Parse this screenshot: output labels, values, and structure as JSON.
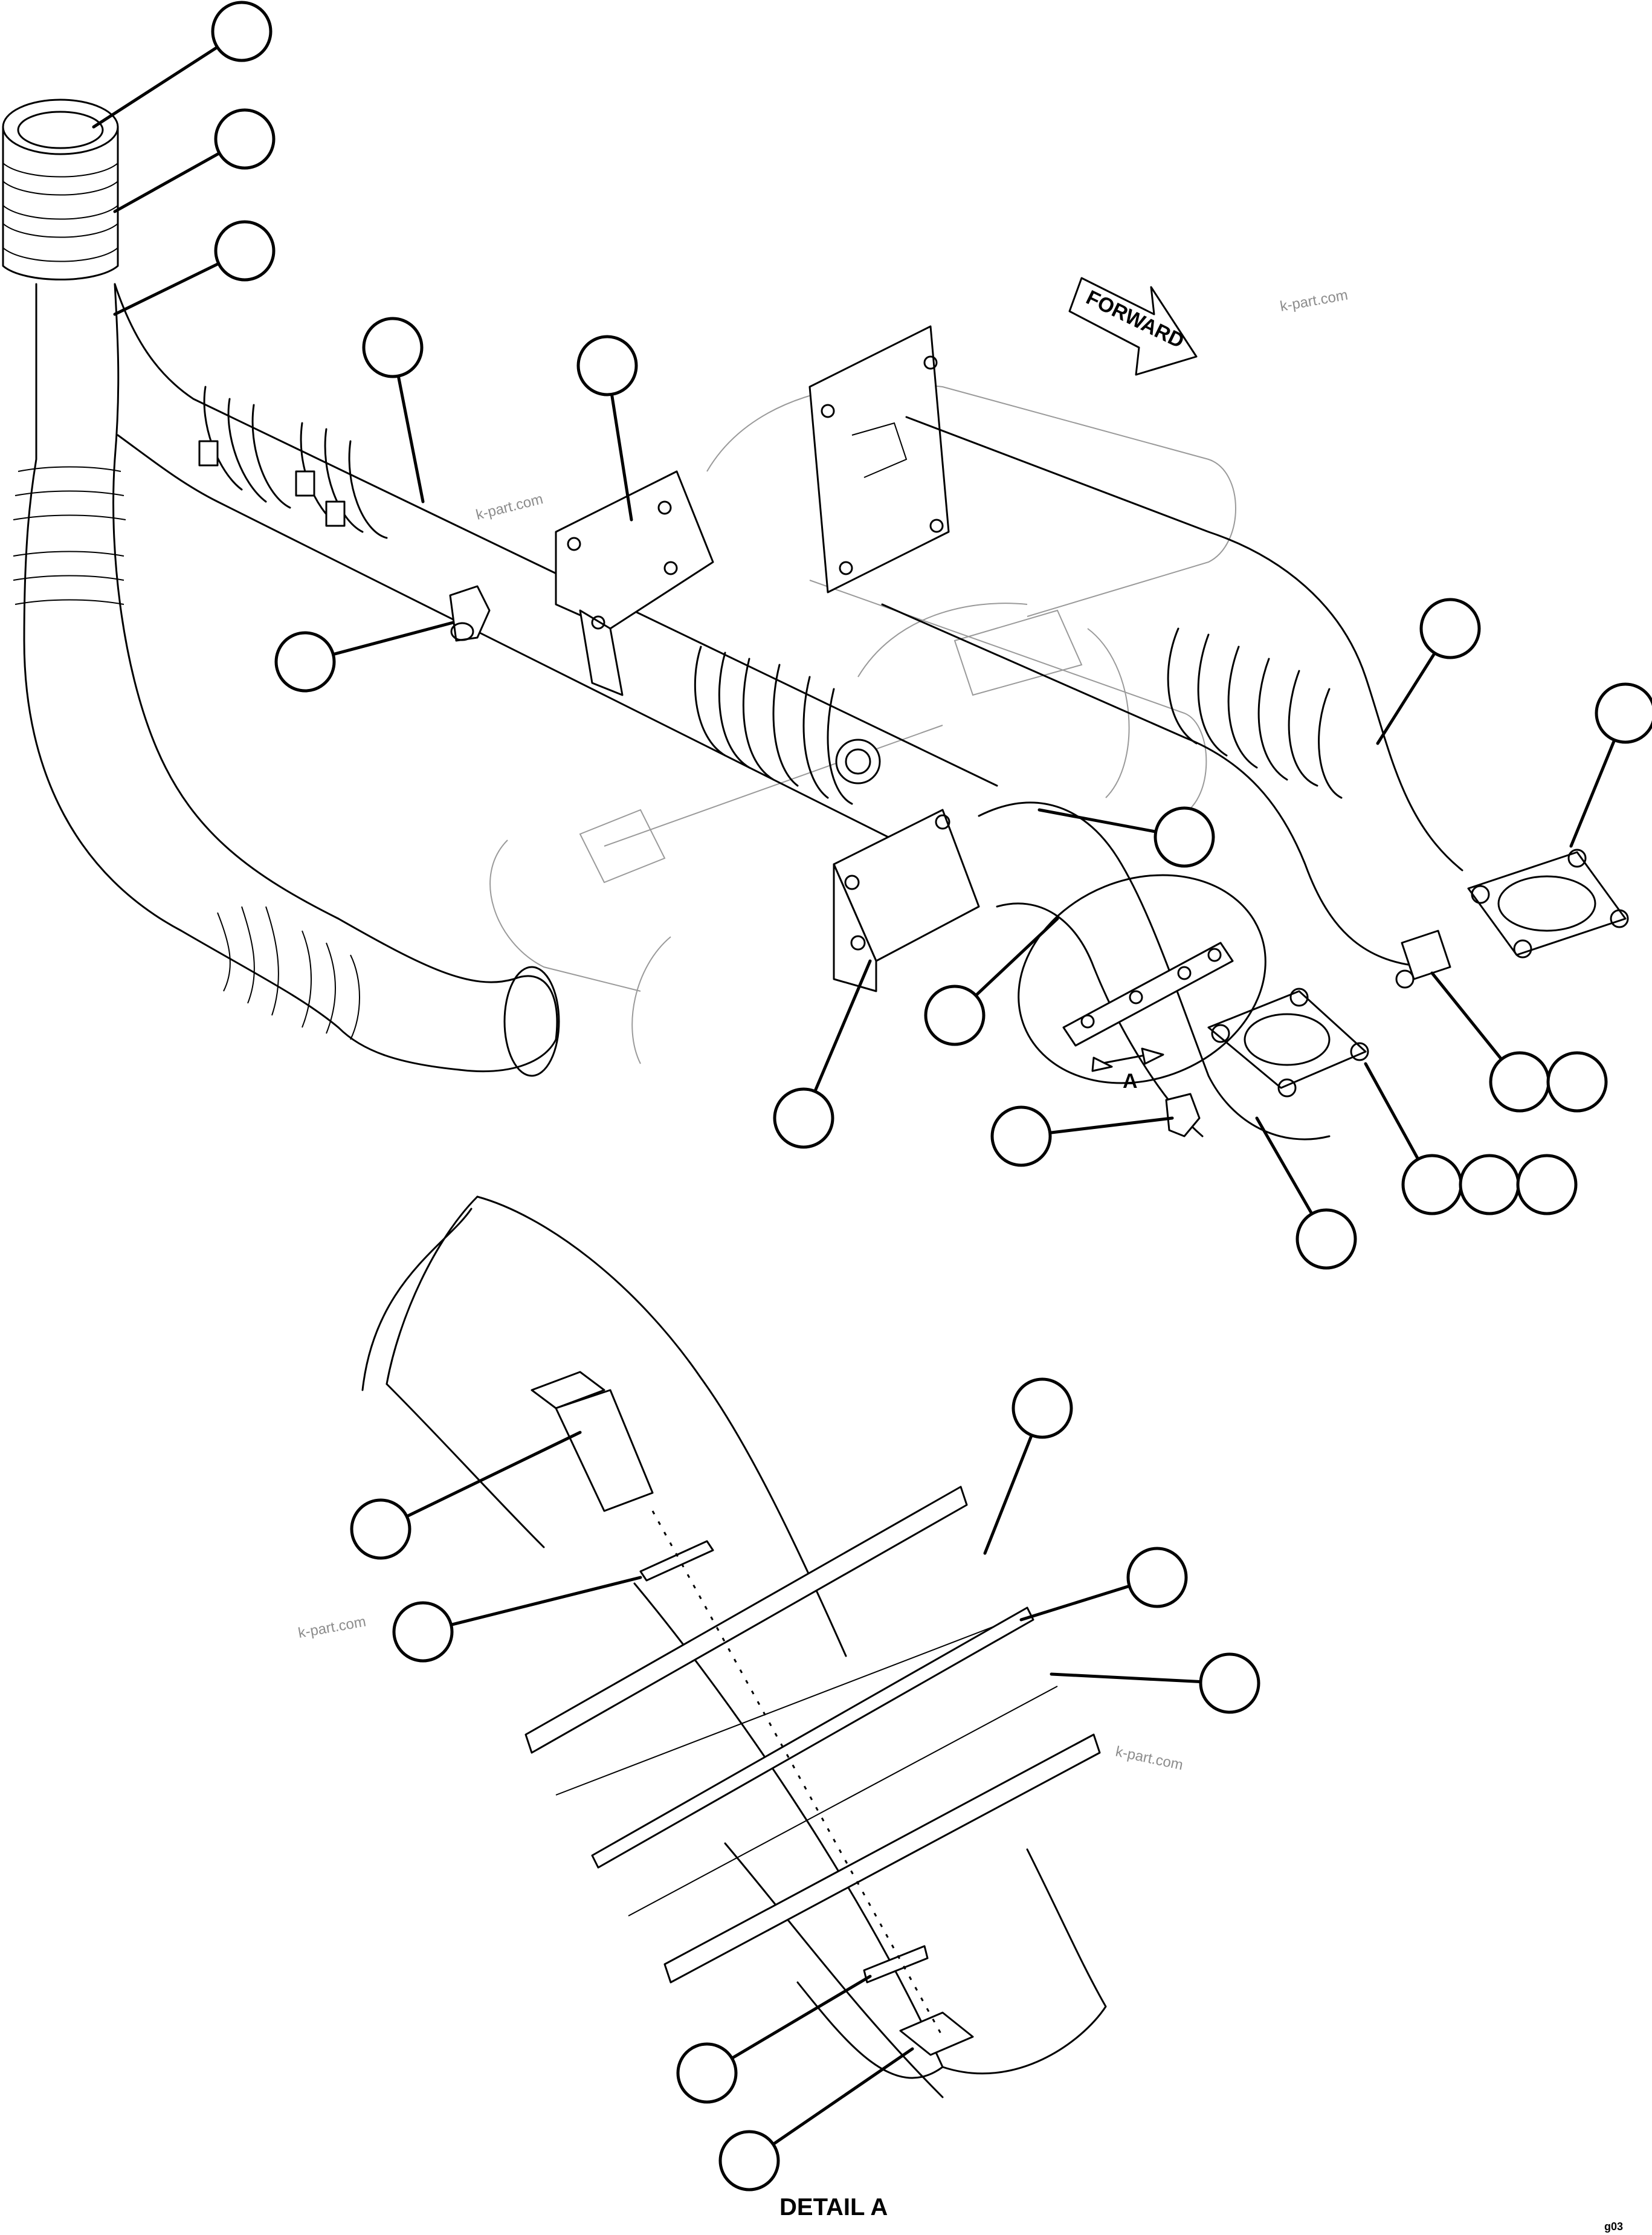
{
  "labels": {
    "forward": "FORWARD",
    "view_ref": "A",
    "detail_title": "DETAIL A",
    "page_code": "g03"
  },
  "watermarks": [
    "k-part.com",
    "k-part.com",
    "k-part.com",
    "k-part.com"
  ]
}
